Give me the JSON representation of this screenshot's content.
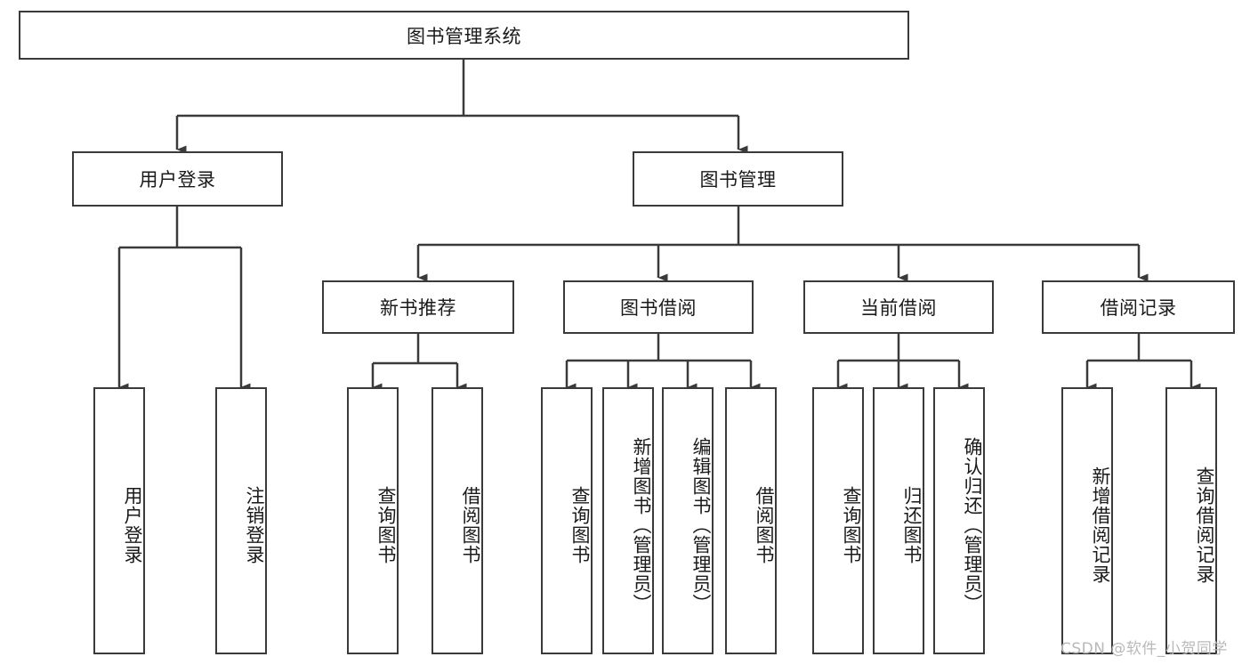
{
  "diagram": {
    "title": "图书管理系统",
    "type": "hierarchy-tree",
    "root": {
      "label": "图书管理系统"
    },
    "level2": [
      {
        "label": "用户登录"
      },
      {
        "label": "图书管理"
      }
    ],
    "level3": [
      {
        "label": "新书推荐"
      },
      {
        "label": "图书借阅"
      },
      {
        "label": "当前借阅"
      },
      {
        "label": "借阅记录"
      }
    ],
    "leaves": {
      "user_login": [
        {
          "label": "用户登录"
        },
        {
          "label": "注销登录"
        }
      ],
      "new_book_recommend": [
        {
          "label": "查询图书"
        },
        {
          "label": "借阅图书"
        }
      ],
      "book_borrow": [
        {
          "label": "查询图书"
        },
        {
          "label": "新增图书（管理员）"
        },
        {
          "label": "编辑图书（管理员）"
        },
        {
          "label": "借阅图书"
        }
      ],
      "current_borrow": [
        {
          "label": "查询图书"
        },
        {
          "label": "归还图书"
        },
        {
          "label": "确认归还（管理员）"
        }
      ],
      "borrow_record": [
        {
          "label": "新增借阅记录"
        },
        {
          "label": "查询借阅记录"
        }
      ]
    },
    "watermark": "CSDN @软件_小贺同学",
    "colors": {
      "border": "#3a3a3a",
      "text": "#1a1a1a",
      "background": "#ffffff",
      "watermark": "#b9b9b9"
    }
  }
}
